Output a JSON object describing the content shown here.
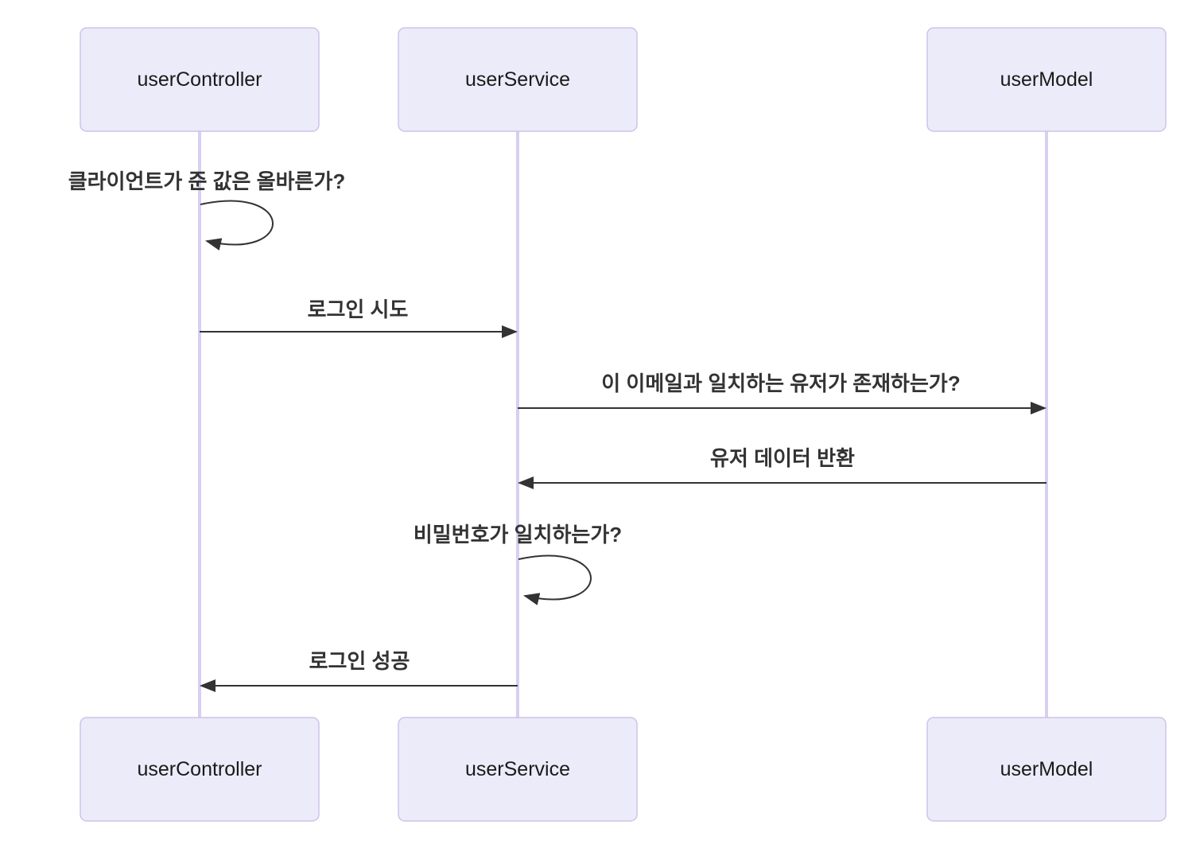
{
  "diagram_type": "sequence",
  "actors": [
    {
      "id": "userController",
      "label": "userController"
    },
    {
      "id": "userService",
      "label": "userService"
    },
    {
      "id": "userModel",
      "label": "userModel"
    }
  ],
  "messages": [
    {
      "kind": "self-loop",
      "actor": "userController",
      "label": "클라이언트가 준 값은 올바른가?"
    },
    {
      "kind": "solid-arrow",
      "from": "userController",
      "to": "userService",
      "label": "로그인 시도"
    },
    {
      "kind": "solid-arrow",
      "from": "userService",
      "to": "userModel",
      "label": "이 이메일과 일치하는 유저가 존재하는가?"
    },
    {
      "kind": "solid-arrow",
      "from": "userModel",
      "to": "userService",
      "label": "유저 데이터 반환"
    },
    {
      "kind": "self-loop",
      "actor": "userService",
      "label": "비밀번호가 일치하는가?"
    },
    {
      "kind": "solid-arrow",
      "from": "userService",
      "to": "userController",
      "label": "로그인 성공"
    }
  ],
  "colors": {
    "background": "#ffffff",
    "actor_fill": "#ECEBF9",
    "actor_border": "#CEC3EA",
    "lifeline": "#D9CFF2",
    "arrow": "#333333",
    "message_text": "#333333",
    "actor_text": "#1a1a1a"
  }
}
